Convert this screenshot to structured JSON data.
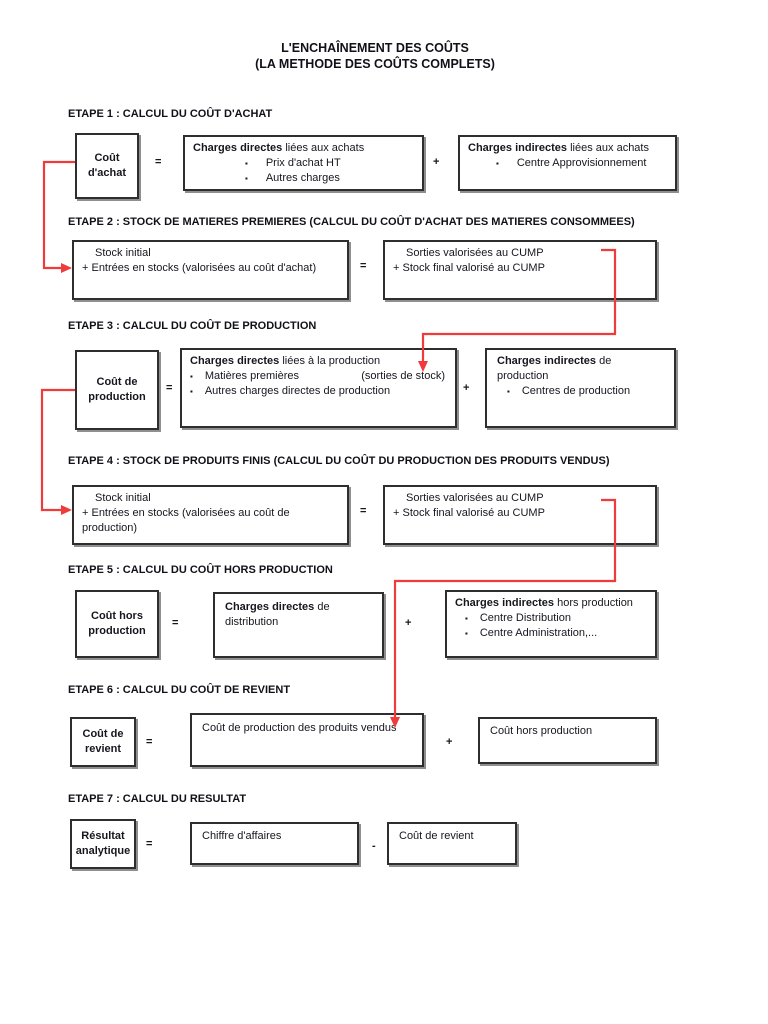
{
  "title": {
    "line1": "L'ENCHAÎNEMENT DES COÛTS",
    "line2": "(LA METHODE DES COÛTS COMPLETS)"
  },
  "colors": {
    "arrow_red": "#ef3b3b",
    "box_border": "#2e2e2e",
    "text": "#16161e"
  },
  "bullet_glyph": "▪",
  "steps": [
    {
      "header": "ETAPE 1 : CALCUL DU COÛT D'ACHAT",
      "result_label": "Coût d'achat",
      "op_equals": "=",
      "op_plus": "+",
      "direct": {
        "title_bold": "Charges directes",
        "title_rest": " liées aux achats",
        "bullets": [
          "Prix d'achat HT",
          "Autres charges"
        ]
      },
      "indirect": {
        "title_bold": "Charges indirectes",
        "title_rest": " liées aux achats",
        "bullets": [
          "Centre Approvisionnement"
        ]
      }
    },
    {
      "header": "ETAPE 2 : STOCK DE MATIERES PREMIERES (CALCUL DU COÛT D'ACHAT DES MATIERES CONSOMMEES)",
      "op_equals": "=",
      "input_box": {
        "line1": "Stock initial",
        "line2": "+ Entrées en stocks (valorisées au coût d'achat)"
      },
      "output_box": {
        "line1": "Sorties valorisées au CUMP",
        "line2": "+ Stock final valorisé au CUMP"
      }
    },
    {
      "header": "ETAPE 3 : CALCUL DU COÛT DE PRODUCTION",
      "result_label": "Coût de production",
      "op_equals": "=",
      "op_plus": "+",
      "direct": {
        "title_bold": "Charges directes",
        "title_rest": " liées à la production",
        "bullet1_text": "Matières premières",
        "bullet1_note": "(sorties de stock)",
        "bullet2": "Autres charges directes de production"
      },
      "indirect": {
        "title_bold": "Charges indirectes",
        "title_rest": " de production",
        "bullets": [
          "Centres de production"
        ]
      }
    },
    {
      "header": "ETAPE 4 : STOCK DE PRODUITS FINIS (CALCUL DU COÛT DU PRODUCTION DES PRODUITS VENDUS)",
      "op_equals": "=",
      "input_box": {
        "line1": "Stock initial",
        "line2": "+ Entrées en stocks (valorisées au coût de production)"
      },
      "output_box": {
        "line1": "Sorties valorisées au CUMP",
        "line2": "+ Stock final valorisé au CUMP"
      }
    },
    {
      "header": "ETAPE 5 : CALCUL DU COÛT HORS PRODUCTION",
      "result_label": "Coût hors production",
      "op_equals": "=",
      "op_plus": "+",
      "direct": {
        "title_bold": "Charges directes",
        "title_rest": " de distribution"
      },
      "indirect": {
        "title_bold": "Charges indirectes",
        "title_rest": " hors production",
        "bullets": [
          "Centre Distribution",
          "Centre Administration,..."
        ]
      }
    },
    {
      "header": "ETAPE 6 : CALCUL DU COÛT DE REVIENT",
      "result_label": "Coût de revient",
      "op_equals": "=",
      "op_plus": "+",
      "box1": "Coût de production des produits vendus",
      "box2": "Coût hors production"
    },
    {
      "header": "ETAPE 7 : CALCUL DU RESULTAT",
      "result_label": "Résultat analytique",
      "op_equals": "=",
      "op_minus": "-",
      "box1": "Chiffre d'affaires",
      "box2": "Coût de revient"
    }
  ]
}
